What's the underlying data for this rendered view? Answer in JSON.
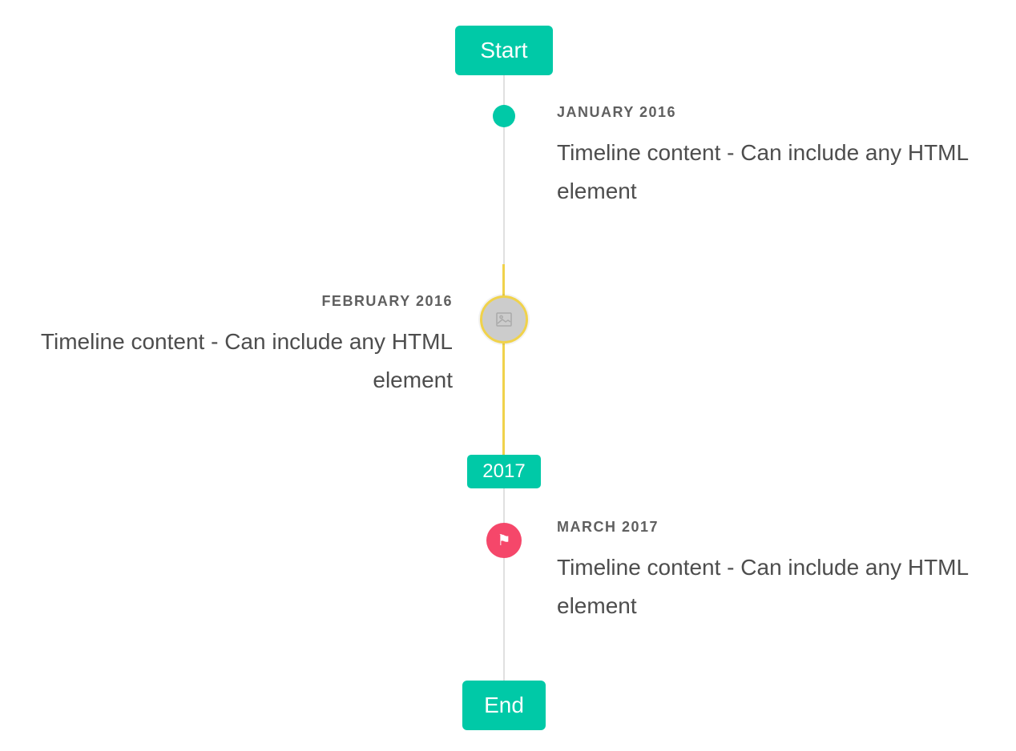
{
  "timeline": {
    "start_label": "Start",
    "end_label": "End",
    "year_badge_label": "2017",
    "items": [
      {
        "title": "JANUARY 2016",
        "content": "Timeline content - Can include any HTML element",
        "side": "right",
        "marker": "teal-dot"
      },
      {
        "title": "FEBRUARY 2016",
        "content": "Timeline content - Can include any HTML element",
        "side": "left",
        "marker": "gray-image-circle-yellow-ring"
      },
      {
        "title": "MARCH 2017",
        "content": "Timeline content - Can include any HTML element",
        "side": "right",
        "marker": "red-flag-circle"
      }
    ],
    "icons": {
      "flag": "⚑"
    },
    "colors": {
      "accent_teal": "#00c9a7",
      "highlight_yellow": "#f0d24b",
      "flag_red": "#f5476a",
      "line_gray": "#e0e0e0",
      "marker_gray_fill": "#cccccc",
      "title_text": "#5f5f5f",
      "body_text": "#4d4d4d"
    }
  }
}
